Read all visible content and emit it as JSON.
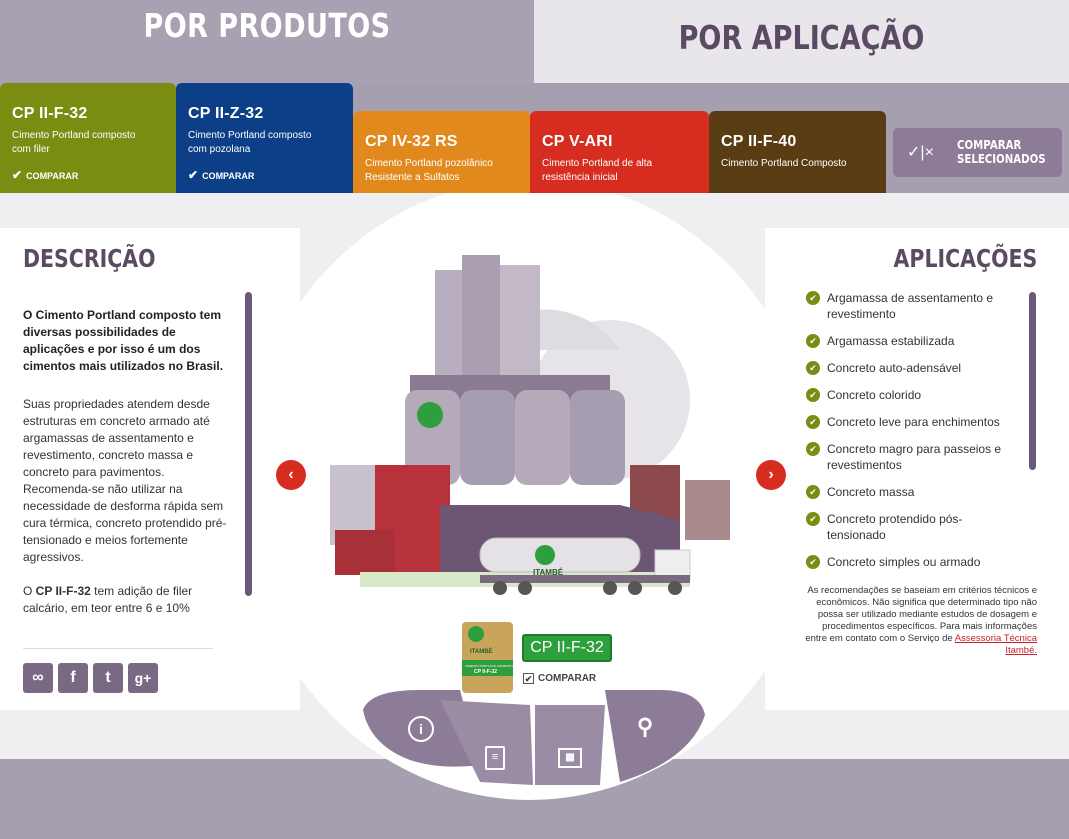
{
  "top_tabs": {
    "products": "POR PRODUTOS",
    "application": "POR APLICAÇÃO"
  },
  "products": [
    {
      "code": "CP II-F-32",
      "desc": "Cimento Portland composto com filer",
      "compare": "COMPARAR",
      "color": "#7a8c12"
    },
    {
      "code": "CP II-Z-32",
      "desc": "Cimento Portland composto com pozolana",
      "compare": "COMPARAR",
      "color": "#0c3f88"
    },
    {
      "code": "CP IV-32 RS",
      "desc": "Cimento Portland pozolânico Resistente a Sulfatos",
      "color": "#e2891e"
    },
    {
      "code": "CP V-ARI",
      "desc": "Cimento Portland de alta resistência inicial",
      "color": "#d62d20"
    },
    {
      "code": "CP II-F-40",
      "desc": "Cimento Portland Composto",
      "color": "#5a3c14"
    }
  ],
  "compare_selected": {
    "line1": "COMPARAR",
    "line2": "SELECIONADOS"
  },
  "description": {
    "title": "DESCRIÇÃO",
    "lead": "O Cimento Portland composto tem diversas possibilidades de aplicações e por isso é um dos cimentos mais utilizados no Brasil.",
    "para1": "Suas propriedades atendem desde estruturas em concreto armado até argamassas de assentamento e revestimento, concreto massa e concreto para pavimentos. Recomenda-se não utilizar na necessidade de desforma rápida sem cura térmica, concreto protendido pré-tensionado e meios fortemente agressivos.",
    "para2_a": "O ",
    "para2_b": "CP II-F-32",
    "para2_c": " tem adição de filer calcário, em teor entre 6 e 10%"
  },
  "applications": {
    "title": "APLICAÇÕES",
    "items": [
      "Argamassa de assentamento e revestimento",
      "Argamassa estabilizada",
      "Concreto auto-adensável",
      "Concreto colorido",
      "Concreto leve para enchimentos",
      "Concreto magro para passeios e revestimentos",
      "Concreto massa",
      "Concreto protendido pós-tensionado",
      "Concreto simples ou armado"
    ],
    "note": "As recomendações se baseiam em critérios técnicos e econômicos. Não significa que determinado tipo não possa ser utilizado mediante estudos de dosagem e procedimentos específicos. Para mais informações entre em contato com o Serviço de ",
    "note_link": "Assessoria Técnica Itambé."
  },
  "current_product": {
    "label": "CP II-F-32",
    "compare": "COMPARAR",
    "bag_brand": "ITAMBÉ",
    "bag_type": "CIMENTO PORTLAND COMPOSTO",
    "bag_code": "CP II-F-32"
  },
  "truck_brand": "ITAMBÉ",
  "share_icons": [
    "link-icon",
    "facebook-icon",
    "twitter-icon",
    "google-plus-icon"
  ],
  "share_glyphs": {
    "link": "∞",
    "facebook": "f",
    "twitter": "t",
    "gplus": "g+"
  },
  "bottom_nav": [
    "info-icon",
    "document-icon",
    "table-icon",
    "location-icon"
  ],
  "colors": {
    "accent_purple": "#7a6983",
    "check_green": "#7a8c12",
    "arrow_red": "#d62d20"
  }
}
